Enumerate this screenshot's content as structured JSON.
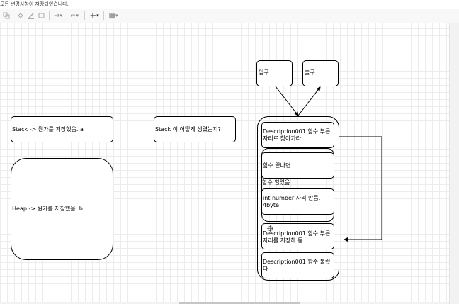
{
  "status": {
    "message": "모든 변경사항이 저장되었습니다."
  },
  "toolbar": {
    "line_icon": "→",
    "waypoint_icon": "⌐",
    "insert_icon": "+",
    "table_icon": "▦",
    "dropdown_icon": "▾"
  },
  "diagram": {
    "stack_box": "Stack -> 뭔가를 저장했음. a",
    "heap_box": "Heap -> 뭔가를 저장했음. b",
    "stack_question": "Stack 이 어떻게 생겼는지?",
    "entrance": "입구",
    "exit": "출구",
    "frame_top": "Description001 함수 부른 자리로 찾아가라.",
    "func_end": "함수 끝나면",
    "func_open": "함수 열었음",
    "int_number": "int number 자리 만듬. 4byte",
    "save_position": "Description001 함수 부른 자리를 저장해 둠",
    "func_called": "Description001 함수 불렀다"
  }
}
